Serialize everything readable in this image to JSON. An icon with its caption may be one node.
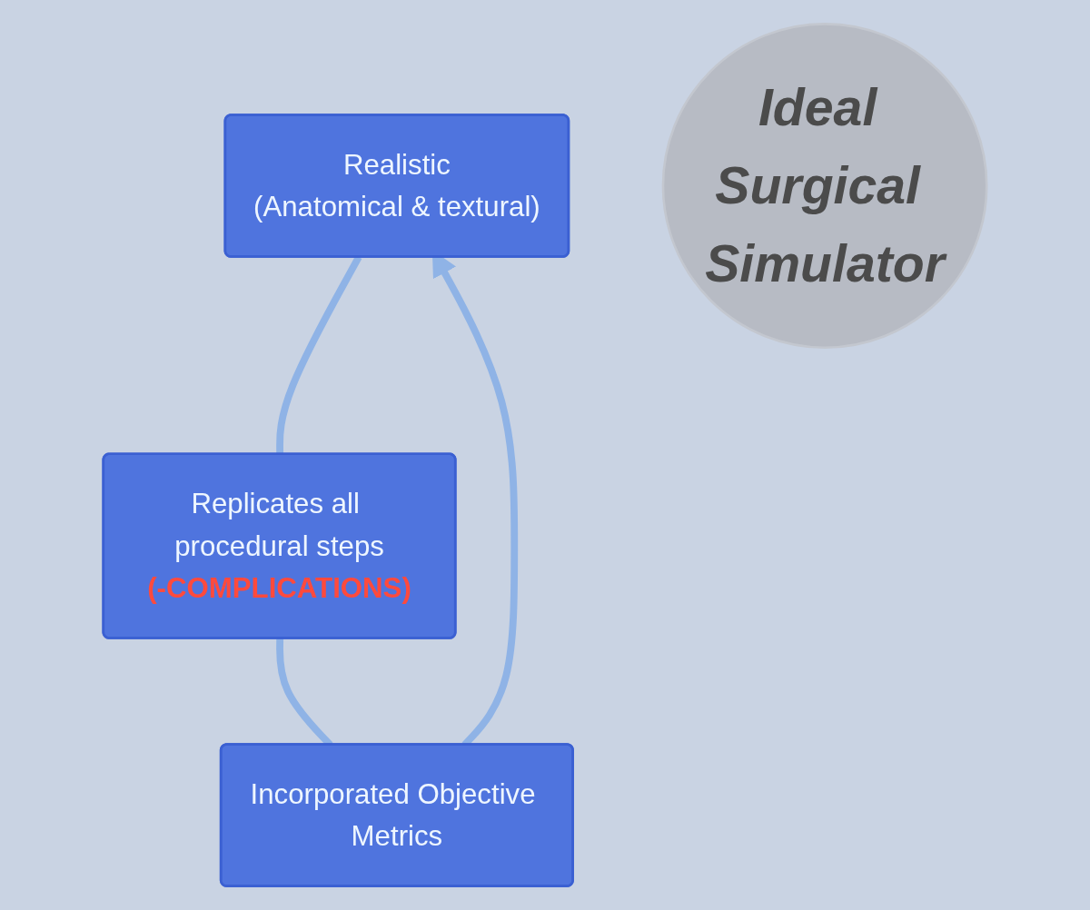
{
  "diagram": {
    "nodes": [
      {
        "text": [
          "Realistic",
          "(Anatomical & textural)"
        ]
      },
      {
        "text": [
          "Ideal Surgical Simulator"
        ]
      },
      {
        "text": [
          "Incorporated Objective Metrics"
        ]
      },
      {
        "text": [
          "Replicates all procedural steps",
          "(-COMPLICATIONS)"
        ]
      }
    ],
    "edges": [
      {
        "from": 0,
        "to": 3,
        "arrow": "none"
      },
      {
        "from": 3,
        "to": 2,
        "arrow": "none"
      },
      {
        "from": 2,
        "to": 0,
        "arrow": "to"
      }
    ]
  }
}
